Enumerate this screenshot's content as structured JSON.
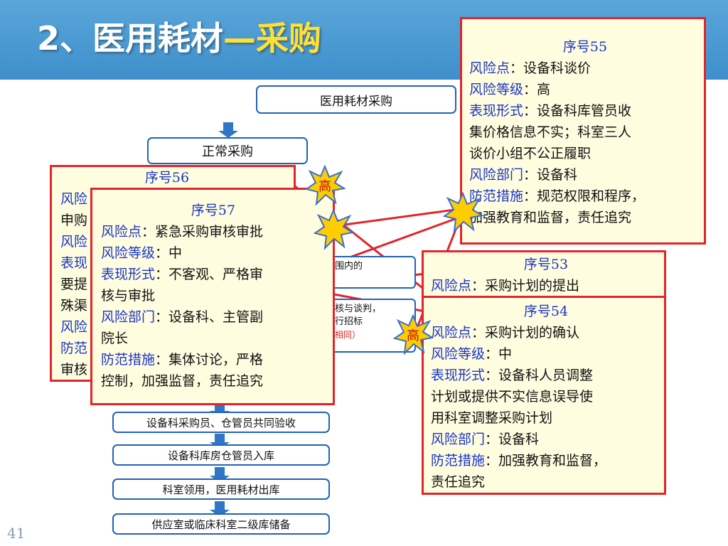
{
  "page": {
    "title_prefix": "2、医用耗材",
    "title_highlight": "—采购",
    "page_number": "41"
  },
  "flow": {
    "root": "医用耗材采购",
    "normal": "正常采购",
    "step_accept": "设备科采购员、仓管员共同验收",
    "step_store": "设备科库房仓管员入库",
    "step_out": "科室领用，医用耗材出库",
    "step_secondary": "供应室或临床科室二级库储备",
    "partial_a_line1": "围内的",
    "partial_a_line2": "",
    "partial_b_line1": "核与谈判，",
    "partial_b_line2": "行招标",
    "partial_b_line3": "相同）"
  },
  "badges": {
    "high_label": "高",
    "colors": {
      "star_fill": "#ffcc00",
      "star_stroke": "#3a6fd0",
      "text": "#c01010"
    }
  },
  "cards": {
    "labels": {
      "risk_point": "风险点",
      "risk_level": "风险等级",
      "form": "表现形式",
      "dept": "风险部门",
      "measure": "防范措施",
      "colon": "："
    },
    "c55": {
      "title": "序号55",
      "risk_point": "设备科谈价",
      "risk_level": "高",
      "form_l1": "设备科库管员收",
      "form_l2": "集价格信息不实；科室三人",
      "form_l3": "谈价小组不公正履职",
      "dept": "设备科",
      "measure_l1": "规范权限和程序，",
      "measure_l2": "加强教育和监督，责任追究"
    },
    "c56": {
      "title": "序号56",
      "frag1": "风险",
      "frag2": "申购",
      "frag3": "风险",
      "frag4": "表现",
      "frag5": "要提",
      "frag6": "殊渠",
      "frag7": "风险",
      "frag8": "防范",
      "frag9": "审核"
    },
    "c57": {
      "title": "序号57",
      "risk_point": "紧急采购审核审批",
      "risk_level": "中",
      "form_l1": "不客观、严格审",
      "form_l2": "核与审批",
      "dept_l1": "设备科、主管副",
      "dept_l2": "院长",
      "measure_l1": "集体讨论，严格",
      "measure_l2": "控制，加强监督，责任追究"
    },
    "c53": {
      "title": "序号53",
      "risk_point": "采购计划的提出"
    },
    "c54": {
      "title": "序号54",
      "risk_point": "采购计划的确认",
      "risk_level": "中",
      "form_l1": "设备科人员调整",
      "form_l2": "计划或提供不实信息误导使",
      "form_l3": "用科室调整采购计划",
      "dept": "设备科",
      "measure_l1": "加强教育和监督，",
      "measure_l2": "责任追究"
    }
  },
  "colors": {
    "header_bg": "#3e8fcc",
    "title_highlight": "#ffe135",
    "card_border": "#e3242b",
    "card_bg": "#fffde0",
    "keyword": "#1a35c7",
    "flow_border": "#1f63b7"
  }
}
